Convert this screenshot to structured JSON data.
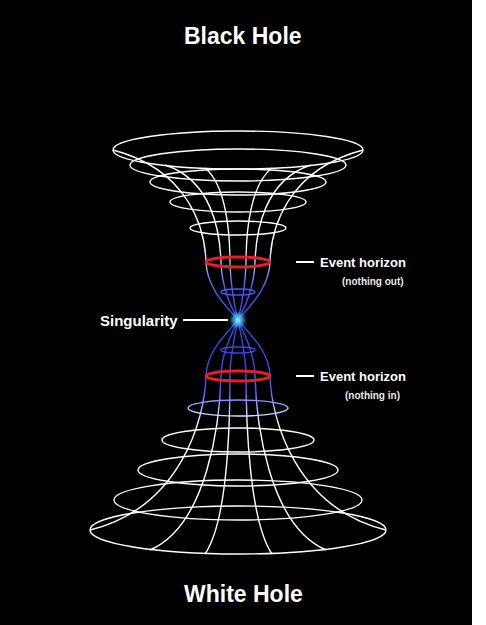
{
  "diagram": {
    "title": "Black Hole",
    "caption": "White Hole",
    "labels": [
      "Event horizon",
      "(nothing out)",
      "Singularity",
      "Event horizon",
      "(nothing in)"
    ]
  }
}
